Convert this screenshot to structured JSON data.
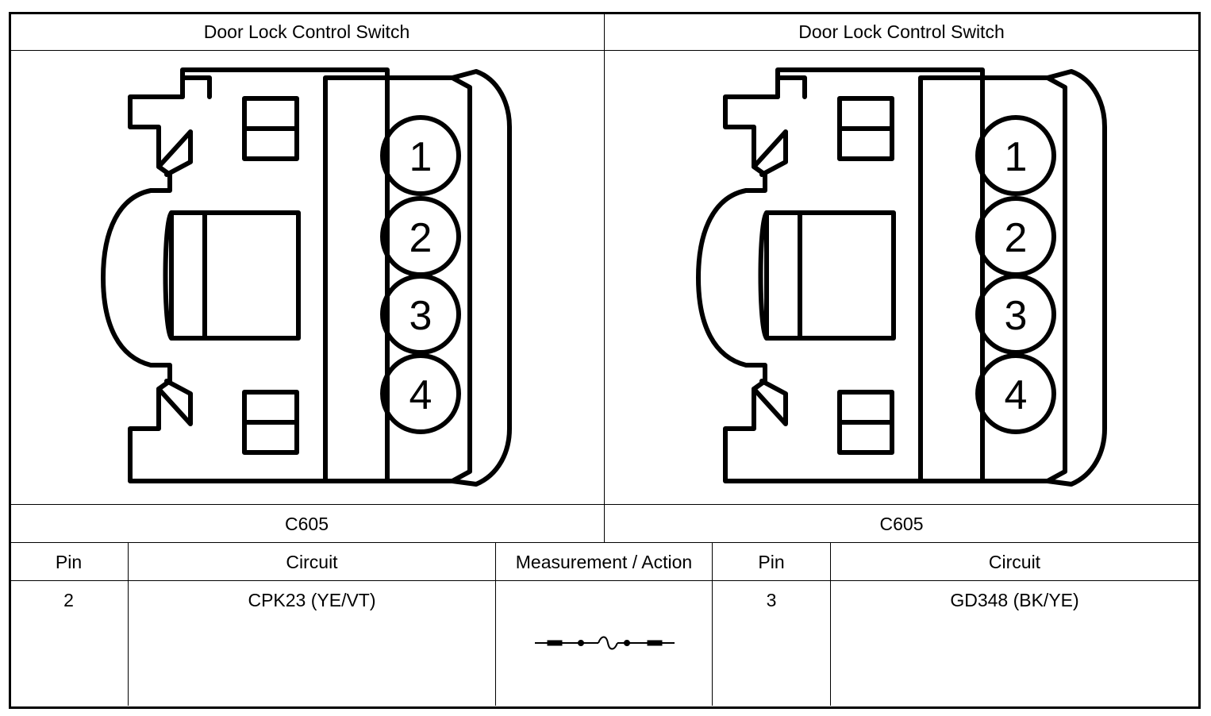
{
  "left_panel": {
    "title": "Door Lock Control Switch",
    "connector_id": "C605",
    "pin_labels": [
      "1",
      "2",
      "3",
      "4"
    ]
  },
  "right_panel": {
    "title": "Door Lock Control Switch",
    "connector_id": "C605",
    "pin_labels": [
      "1",
      "2",
      "3",
      "4"
    ]
  },
  "table": {
    "headers": {
      "pin_left": "Pin",
      "circuit_left": "Circuit",
      "measurement": "Measurement / Action",
      "pin_right": "Pin",
      "circuit_right": "Circuit"
    },
    "row": {
      "pin_left": "2",
      "circuit_left": "CPK23 (YE/VT)",
      "measurement_icon": "continuity-check-icon",
      "pin_right": "3",
      "circuit_right": "GD348 (BK/YE)"
    }
  }
}
